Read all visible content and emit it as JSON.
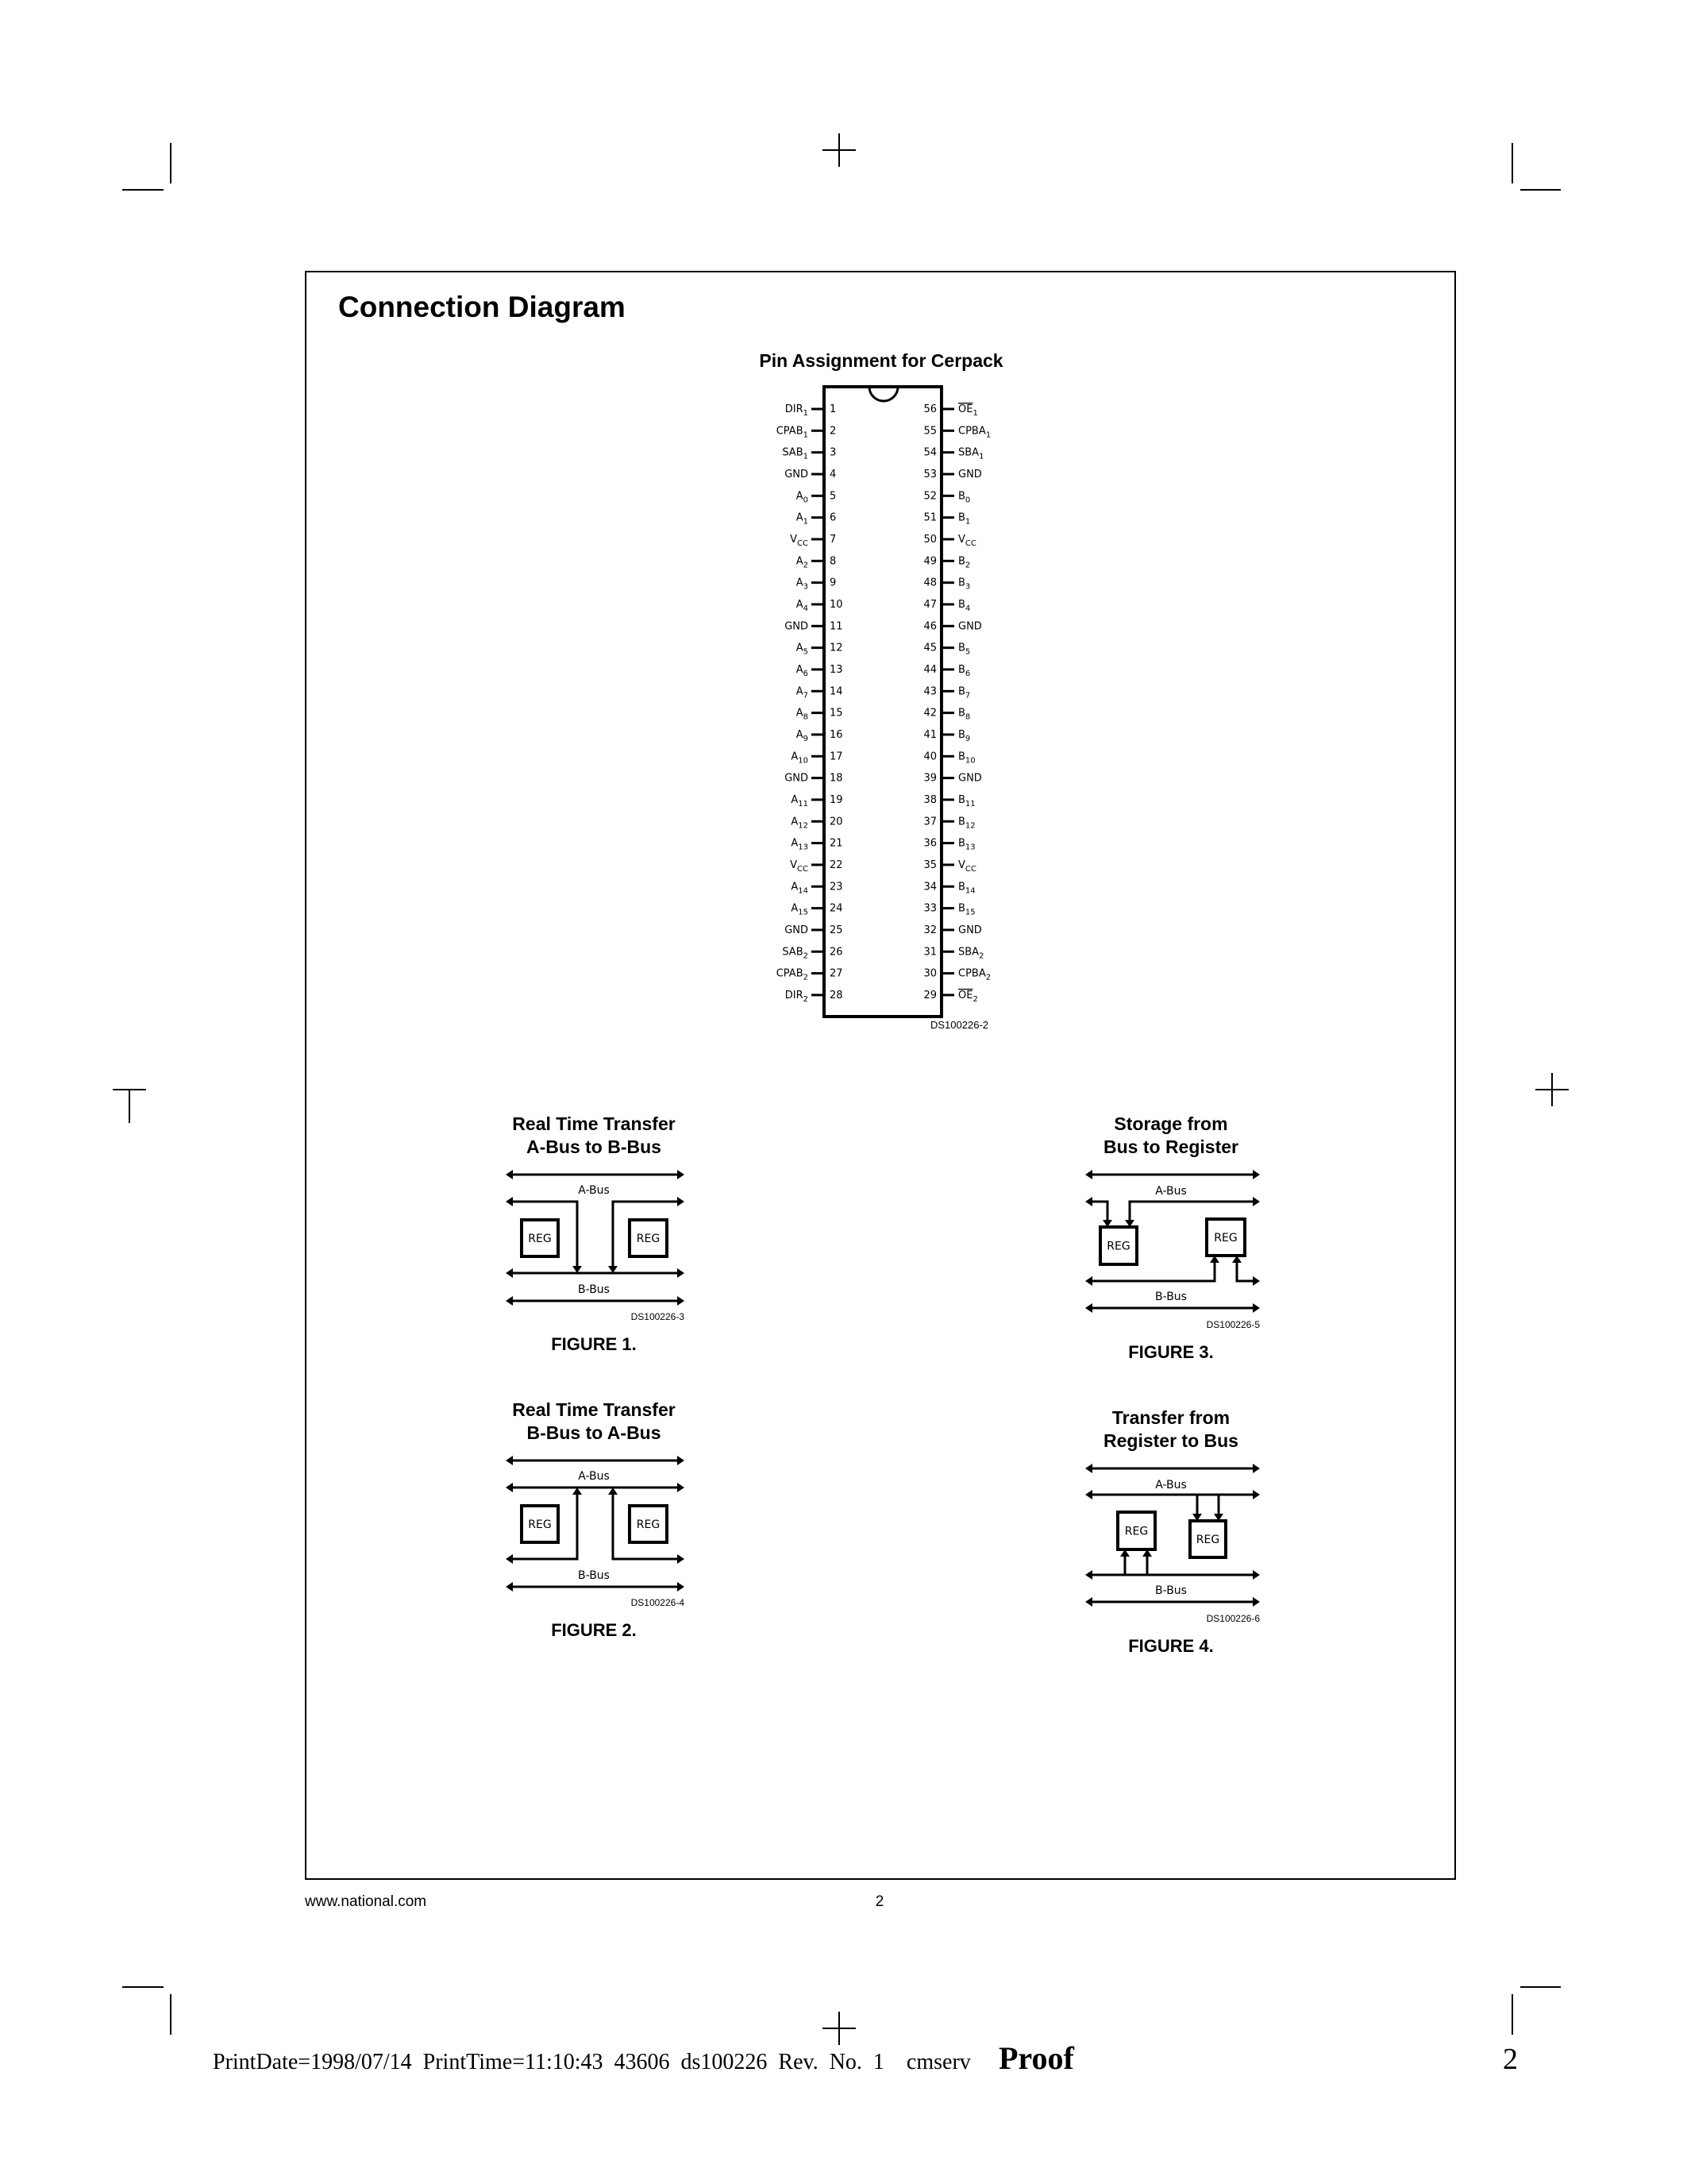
{
  "section_title": "Connection Diagram",
  "pinout": {
    "title": "Pin Assignment for Cerpack",
    "figure_id": "DS100226-2",
    "left_pins": [
      {
        "num": "1",
        "base": "DIR",
        "sub": "1"
      },
      {
        "num": "2",
        "base": "CPAB",
        "sub": "1"
      },
      {
        "num": "3",
        "base": "SAB",
        "sub": "1"
      },
      {
        "num": "4",
        "base": "GND",
        "sub": ""
      },
      {
        "num": "5",
        "base": "A",
        "sub": "0"
      },
      {
        "num": "6",
        "base": "A",
        "sub": "1"
      },
      {
        "num": "7",
        "base": "V",
        "sub": "CC"
      },
      {
        "num": "8",
        "base": "A",
        "sub": "2"
      },
      {
        "num": "9",
        "base": "A",
        "sub": "3"
      },
      {
        "num": "10",
        "base": "A",
        "sub": "4"
      },
      {
        "num": "11",
        "base": "GND",
        "sub": ""
      },
      {
        "num": "12",
        "base": "A",
        "sub": "5"
      },
      {
        "num": "13",
        "base": "A",
        "sub": "6"
      },
      {
        "num": "14",
        "base": "A",
        "sub": "7"
      },
      {
        "num": "15",
        "base": "A",
        "sub": "8"
      },
      {
        "num": "16",
        "base": "A",
        "sub": "9"
      },
      {
        "num": "17",
        "base": "A",
        "sub": "10"
      },
      {
        "num": "18",
        "base": "GND",
        "sub": ""
      },
      {
        "num": "19",
        "base": "A",
        "sub": "11"
      },
      {
        "num": "20",
        "base": "A",
        "sub": "12"
      },
      {
        "num": "21",
        "base": "A",
        "sub": "13"
      },
      {
        "num": "22",
        "base": "V",
        "sub": "CC"
      },
      {
        "num": "23",
        "base": "A",
        "sub": "14"
      },
      {
        "num": "24",
        "base": "A",
        "sub": "15"
      },
      {
        "num": "25",
        "base": "GND",
        "sub": ""
      },
      {
        "num": "26",
        "base": "SAB",
        "sub": "2"
      },
      {
        "num": "27",
        "base": "CPAB",
        "sub": "2"
      },
      {
        "num": "28",
        "base": "DIR",
        "sub": "2"
      }
    ],
    "right_pins": [
      {
        "num": "56",
        "base": "OE",
        "sub": "1",
        "overbar": true
      },
      {
        "num": "55",
        "base": "CPBA",
        "sub": "1"
      },
      {
        "num": "54",
        "base": "SBA",
        "sub": "1"
      },
      {
        "num": "53",
        "base": "GND",
        "sub": ""
      },
      {
        "num": "52",
        "base": "B",
        "sub": "0"
      },
      {
        "num": "51",
        "base": "B",
        "sub": "1"
      },
      {
        "num": "50",
        "base": "V",
        "sub": "CC"
      },
      {
        "num": "49",
        "base": "B",
        "sub": "2"
      },
      {
        "num": "48",
        "base": "B",
        "sub": "3"
      },
      {
        "num": "47",
        "base": "B",
        "sub": "4"
      },
      {
        "num": "46",
        "base": "GND",
        "sub": ""
      },
      {
        "num": "45",
        "base": "B",
        "sub": "5"
      },
      {
        "num": "44",
        "base": "B",
        "sub": "6"
      },
      {
        "num": "43",
        "base": "B",
        "sub": "7"
      },
      {
        "num": "42",
        "base": "B",
        "sub": "8"
      },
      {
        "num": "41",
        "base": "B",
        "sub": "9"
      },
      {
        "num": "40",
        "base": "B",
        "sub": "10"
      },
      {
        "num": "39",
        "base": "GND",
        "sub": ""
      },
      {
        "num": "38",
        "base": "B",
        "sub": "11"
      },
      {
        "num": "37",
        "base": "B",
        "sub": "12"
      },
      {
        "num": "36",
        "base": "B",
        "sub": "13"
      },
      {
        "num": "35",
        "base": "V",
        "sub": "CC"
      },
      {
        "num": "34",
        "base": "B",
        "sub": "14"
      },
      {
        "num": "33",
        "base": "B",
        "sub": "15"
      },
      {
        "num": "32",
        "base": "GND",
        "sub": ""
      },
      {
        "num": "31",
        "base": "SBA",
        "sub": "2"
      },
      {
        "num": "30",
        "base": "CPBA",
        "sub": "2"
      },
      {
        "num": "29",
        "base": "OE",
        "sub": "2",
        "overbar": true
      }
    ]
  },
  "figures": [
    {
      "title1": "Real Time Transfer",
      "title2": "A-Bus to B-Bus",
      "a_bus": "A-Bus",
      "b_bus": "B-Bus",
      "reg": "REG",
      "id": "DS100226-3",
      "caption": "FIGURE 1."
    },
    {
      "title1": "Real Time Transfer",
      "title2": "B-Bus to A-Bus",
      "a_bus": "A-Bus",
      "b_bus": "B-Bus",
      "reg": "REG",
      "id": "DS100226-4",
      "caption": "FIGURE 2."
    },
    {
      "title1": "Storage from",
      "title2": "Bus to Register",
      "a_bus": "A-Bus",
      "b_bus": "B-Bus",
      "reg": "REG",
      "id": "DS100226-5",
      "caption": "FIGURE 3."
    },
    {
      "title1": "Transfer from",
      "title2": "Register to Bus",
      "a_bus": "A-Bus",
      "b_bus": "B-Bus",
      "reg": "REG",
      "id": "DS100226-6",
      "caption": "FIGURE 4."
    }
  ],
  "footer": {
    "website": "www.national.com",
    "page": "2"
  },
  "print_line": {
    "info": "PrintDate=1998/07/14  PrintTime=11:10:43  43606  ds100226  Rev.  No.  1    cmserv",
    "proof": "Proof",
    "page": "2"
  }
}
